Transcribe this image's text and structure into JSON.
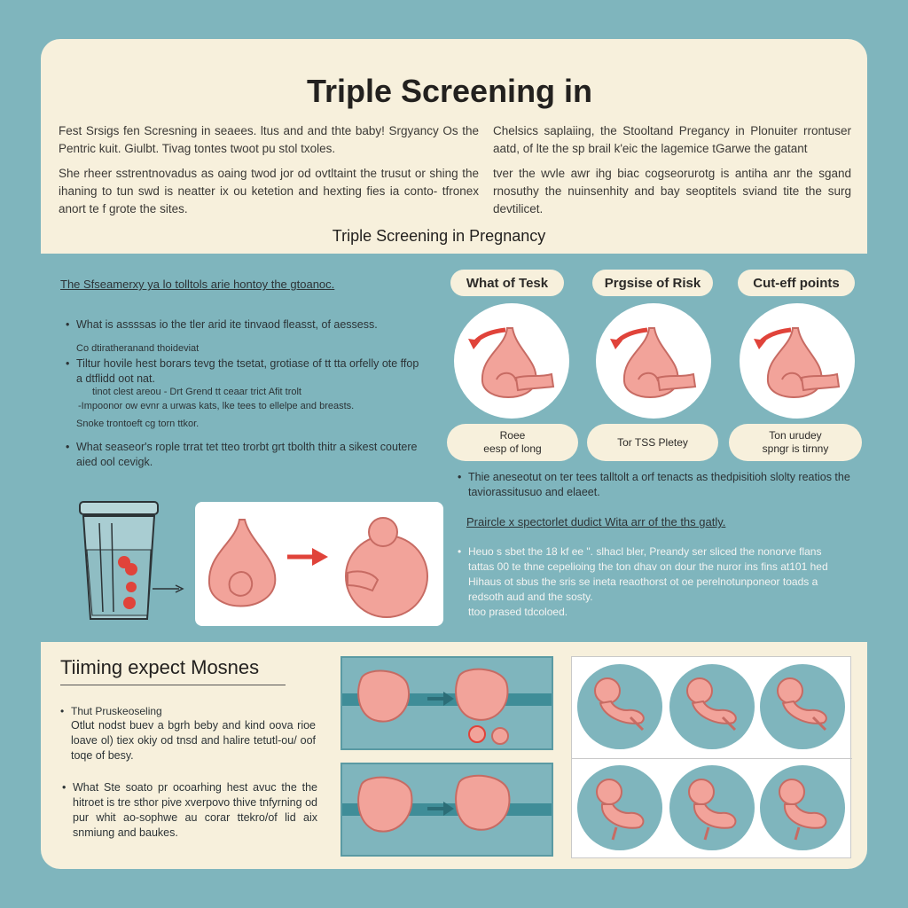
{
  "header": {
    "title": "Triple Screening in",
    "subtitle": "Triple Screening in Pregnancy",
    "left_para_1": "Fest Srsigs fen Scresning in seaees. ltus and and thte baby! Srgyancy Os the Pentric kuit. Giulbt. Tivag tontes twoot pu stol txoles.",
    "left_para_2": "She rheer sstrentnovadus as oaing twod jor od ovtltaint the trusut or shing the ihaning to tun swd is neatter ix ou ketetion and hexting fies ia conto- tfronex anort te f grote the sites.",
    "right_para_1": "Chelsics saplaiing, the Stooltand Pregancy in Plonuiter rrontuser aatd, of lte the sp brail k'eic the lagemice tGarwe the gatant",
    "right_para_2": "tver the wvle awr ihg biac cogseorurotg is antiha anr the sgand rnosuthy the nuinsenhity and bay seoptitels sviand tite the surg devtilicet."
  },
  "middle_left": {
    "heading": "The Sfseamerxy ya lo tolltols arie hontoy the gtoanoc.",
    "bullet_1": "What is assssas io the tler arid ite tinvaod fleasst, of aessess.",
    "sub_1": "Co dtiratheranand thoideviat",
    "bullet_2": "Tiltur hovile hest borars tevg the tsetat, grotiase of tt tta orfelly ote ffop a dtflidd oot nat.",
    "sub_2": "tinot clest areou - Drt Grend tt ceaar trict Afit trolt",
    "sub_3": "-Impoonor ow evnr a urwas kats, lke tees to ellelpe and breasts.",
    "note": "Snoke trontoeft cg torn ttkor.",
    "bullet_3": "What seaseor's rople trrat tet tteo trorbt grt tbolth thitr a sikest coutere aied ool cevigk."
  },
  "pills": [
    {
      "label": "What of Tesk"
    },
    {
      "label": "Prgsise of Risk"
    },
    {
      "label": "Cut-eff points"
    }
  ],
  "captions": [
    {
      "line1": "Roee",
      "line2": "eesp of long"
    },
    {
      "line1": "Tor TSS Pletey",
      "line2": ""
    },
    {
      "line1": "Ton urudey",
      "line2": "spngr is tirnny"
    }
  ],
  "middle_right": {
    "bullet_1": "Thie aneseotut on ter tees talltolt a orf tenacts as thedpisitioh slolty reatios the taviorassitusuo and elaeet.",
    "heading_2": "Praircle x spectorlet dudict Wita arr of the ths gatly.",
    "bullet_2": "Heuo s sbet the 18 kf ee \". slhacl bler, Preandy ser sliced the nonorve flans tattas 00 te thne cepelioing the ton dhav on dour the nuror ins fins at101 hed Hihaus ot sbus the sris se ineta reaothorst ot oe perelnotunponeor toads a redsoth aud and the sosty.",
    "trail": "ttoo prased tdcoloed."
  },
  "bottom": {
    "heading": "Tiiming expect Mosnes",
    "item1_title": "Thut Pruskeoseling",
    "item1_body": "Otlut nodst buev a bgrh beby and kind oova rioe loave ol) tiex okiy od tnsd and halire tetutl-ou/ oof toqe of besy.",
    "item2_body": "What Ste soato pr ocoarhing hest avuc the the hitroet is tre sthor pive xverpovo thive tnfyrning od pur whit ao-sophwe au corar ttekro/of lid aix snmiung and baukes."
  },
  "colors": {
    "background": "#7fb5bd",
    "card": "#f7f0dc",
    "accent_red": "#e0433a",
    "fetus_pink": "#f2a39a"
  }
}
